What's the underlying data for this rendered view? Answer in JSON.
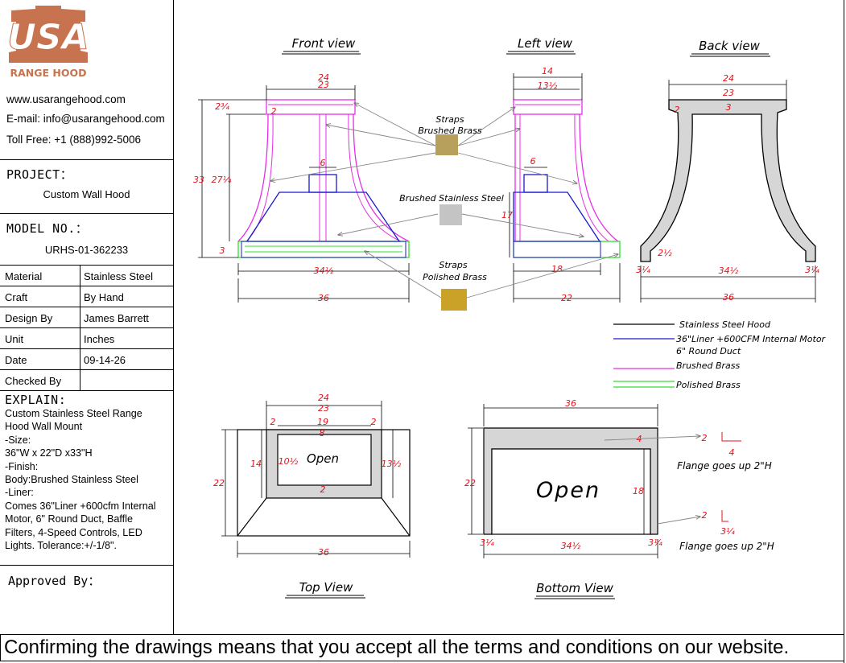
{
  "brand": {
    "logo_letters": "USA",
    "logo_name": "RANGE HOOD"
  },
  "contact": {
    "website": "www.usarangehood.com",
    "email": "E-mail: info@usarangehood.com",
    "tollfree": "Toll Free: +1 (888)992-5006"
  },
  "project": {
    "label": "PROJECT：",
    "value": "Custom Wall Hood"
  },
  "model": {
    "label": "MODEL NO.：",
    "value": "URHS-01-362233"
  },
  "specs": [
    {
      "key": "Material",
      "value": "Stainless Steel"
    },
    {
      "key": "Craft",
      "value": "By Hand"
    },
    {
      "key": "Design By",
      "value": "James Barrett"
    },
    {
      "key": "Unit",
      "value": "Inches"
    },
    {
      "key": "Date",
      "value": "09-14-26"
    },
    {
      "key": "Checked By",
      "value": ""
    }
  ],
  "explain": {
    "label": "EXPLAIN:",
    "lines": [
      "Custom Stainless Steel Range",
      "Hood Wall Mount",
      "-Size:",
      "36\"W x 22\"D x33\"H",
      "-Finish:",
      "Body:Brushed Stainless Steel",
      "-Liner:",
      "Comes 36\"Liner +600cfm Internal",
      "Motor, 6\" Round Duct, Baffle",
      "Filters, 4-Speed Controls, LED",
      "Lights. Tolerance:+/-1/8\"."
    ]
  },
  "approved_label": "Approved By：",
  "footer": "Confirming the drawings means that you accept all the terms and conditions on our website.",
  "views": {
    "front": "Front view",
    "left": "Left view",
    "back": "Back view",
    "top": "Top View",
    "bottom": "Bottom View"
  },
  "callouts": {
    "straps_brushed_1": "Straps",
    "straps_brushed_2": "Brushed Brass",
    "brushed_ss": "Brushed Stainless Steel",
    "straps_polished_1": "Straps",
    "straps_polished_2": "Polished Brass",
    "open_top": "Open",
    "open_bottom": "Open",
    "flange_1": "Flange goes up 2\"H",
    "flange_2": "Flange goes up 2\"H"
  },
  "legend": [
    {
      "label": "Stainless Steel Hood",
      "color": "#000000"
    },
    {
      "label": "36\"Liner +600CFM Internal Motor",
      "label2": "6\" Round Duct",
      "color": "#1a1acc"
    },
    {
      "label": "Brushed Brass",
      "color": "#e62ee6"
    },
    {
      "label": "Polished Brass",
      "color": "#33dd33"
    }
  ],
  "swatch_colors": {
    "brushed_brass": "#b79f5c",
    "brushed_steel": "#c4c4c4",
    "polished_brass": "#c9a227"
  },
  "colors": {
    "dimension": "#e0141e",
    "liner": "#1a1acc",
    "brushed_brass": "#e62ee6",
    "polished_brass": "#33dd33",
    "logo": "#c8734f"
  },
  "dims": {
    "front": {
      "w24": "24",
      "w23": "23",
      "w2_3_4": "2¾",
      "w2": "2",
      "h33": "33",
      "h27": "27¼",
      "w6": "6",
      "h3": "3",
      "w34": "34½",
      "w36": "36"
    },
    "left": {
      "w14": "14",
      "w13": "13½",
      "w6": "6",
      "h17": "17",
      "w18": "18",
      "w22": "22"
    },
    "back": {
      "w24": "24",
      "w23": "23",
      "d2": "2",
      "d3": "3",
      "d2b": "2½",
      "l34a": "3¼",
      "w34": "34½",
      "l34b": "3¼",
      "w36": "36"
    },
    "top": {
      "w24": "24",
      "w23": "23",
      "d2a": "2",
      "w19": "19",
      "d2b": "2",
      "d8": "8",
      "h14": "14",
      "h10": "10½",
      "h13": "13½",
      "d2c": "2",
      "h22": "22",
      "w36": "36"
    },
    "bottom": {
      "w36": "36",
      "d4": "4",
      "d2": "2",
      "d4b": "4",
      "h22": "22",
      "h18": "18",
      "l34a": "3¼",
      "w34": "34½",
      "l34b": "3¼",
      "d2f": "2",
      "d34f": "3¼"
    }
  }
}
